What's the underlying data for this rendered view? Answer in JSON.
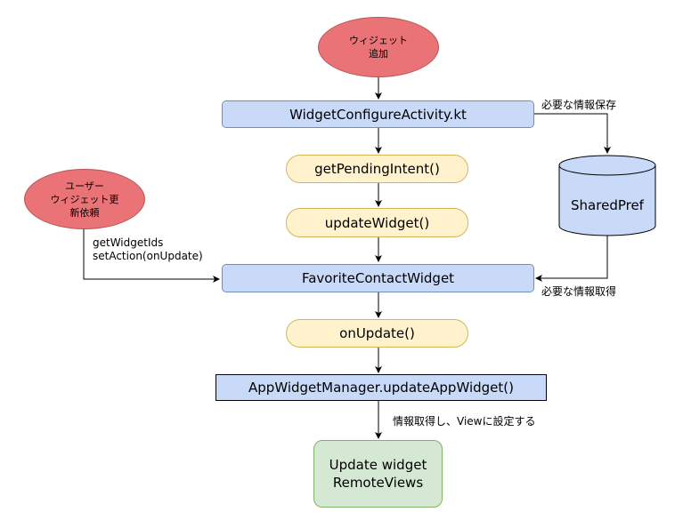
{
  "nodes": {
    "widget_add": "ウィジェット\n追加",
    "configure_activity": "WidgetConfigureActivity.kt",
    "get_pending_intent": "getPendingIntent()",
    "update_widget": "updateWidget()",
    "user_update_request": "ユーザー\nウィジェット更\n新依頼",
    "favorite_contact_widget": "FavoriteContactWidget",
    "on_update": "onUpdate()",
    "app_widget_manager": "AppWidgetManager.updateAppWidget()",
    "remote_views": "Update widget\nRemoteViews",
    "shared_pref": "SharedPref"
  },
  "edge_labels": {
    "save_info": "必要な情報保存",
    "get_info": "必要な情報取得",
    "user_actions": "getWidgetIds\nsetAction(onUpdate)",
    "set_view": "情報取得し、Viewに設定する"
  },
  "colors": {
    "blue_fill": "#c9daf8",
    "yellow_fill": "#fff2cc",
    "red_fill": "#ea7378",
    "green_fill": "#d5e8d4"
  }
}
